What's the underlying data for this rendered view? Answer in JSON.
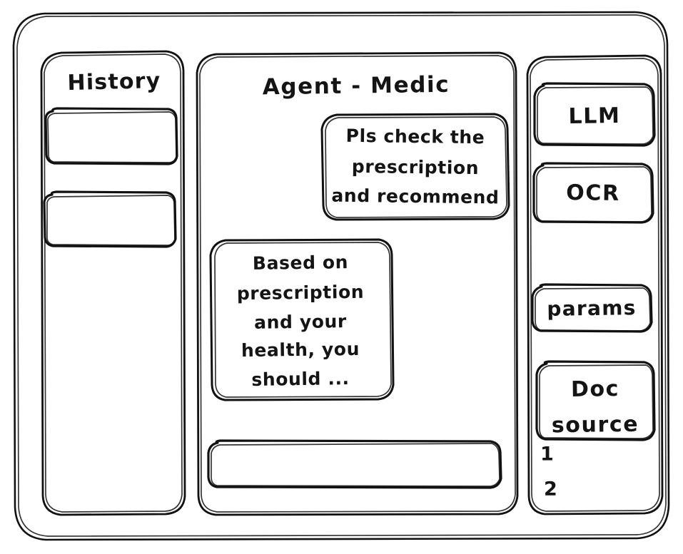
{
  "window": {
    "name": "agent-medic-wireframe",
    "stroke_color": "#111111",
    "background_color": "#ffffff"
  },
  "sidebar_left": {
    "title": "History",
    "items": [
      {
        "label": ""
      },
      {
        "label": ""
      }
    ]
  },
  "main": {
    "header": "Agent - Medic",
    "messages": [
      {
        "role": "user",
        "lines": [
          "Pls check the",
          "prescription",
          "and recommend"
        ]
      },
      {
        "role": "assistant",
        "lines": [
          "Based on",
          "prescription",
          "and your",
          "health, you",
          "should ..."
        ]
      }
    ],
    "composer": {
      "value": "",
      "placeholder": ""
    }
  },
  "sidebar_right": {
    "cards": [
      {
        "label": "LLM"
      },
      {
        "label": "OCR"
      },
      {
        "label": "params"
      }
    ],
    "doc_source": {
      "lines": [
        "Doc",
        "source"
      ],
      "items": [
        "1",
        "2"
      ]
    }
  }
}
